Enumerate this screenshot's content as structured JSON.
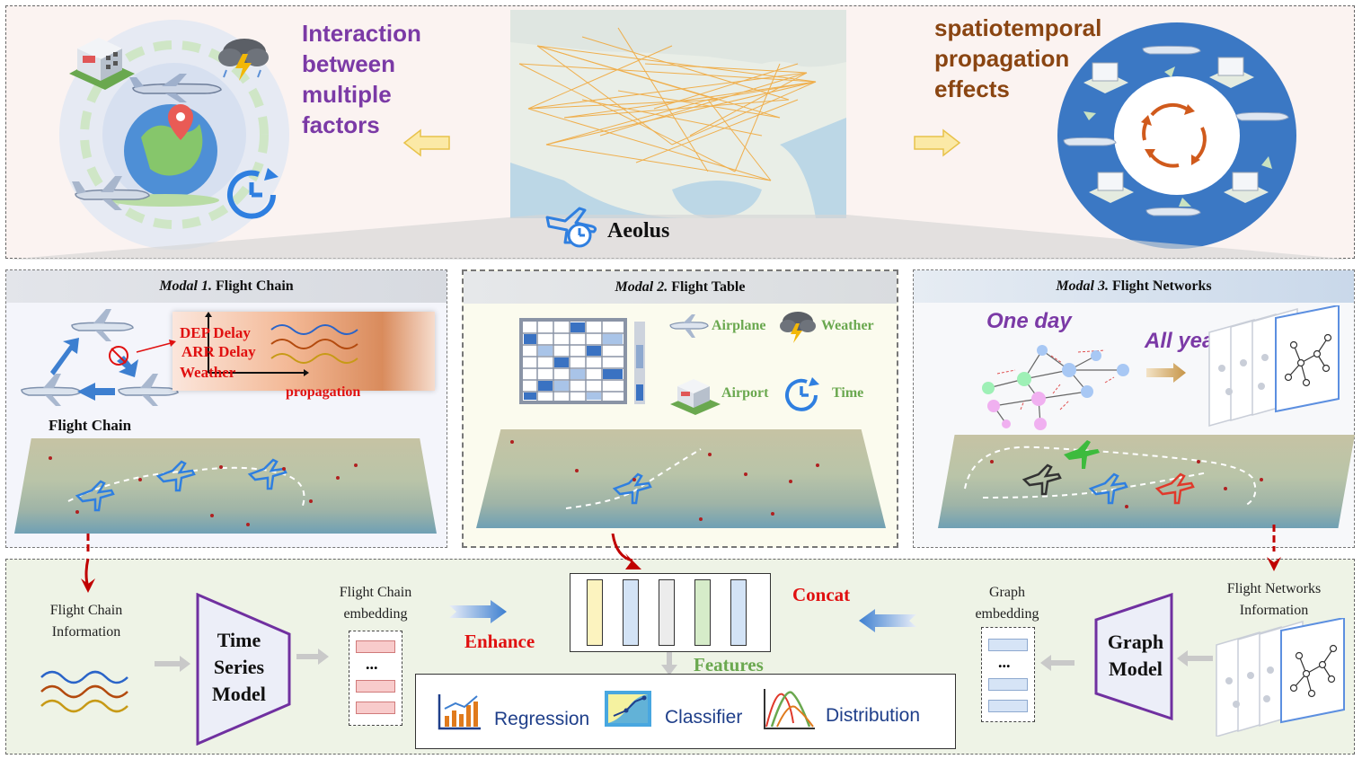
{
  "top": {
    "left_title": "Interaction between multiple factors",
    "right_title": "spatiotemporal propagation effects",
    "center_label": "Aeolus",
    "center_icon": "plane-clock-icon"
  },
  "modal1": {
    "prefix": "Modal 1.",
    "title": "Flight Chain",
    "dep_delay": "DEP Delay",
    "arr_delay": "ARR Delay",
    "weather": "Weather",
    "propagation": "propagation",
    "chain_label": "Flight Chain"
  },
  "modal2": {
    "prefix": "Modal 2.",
    "title": "Flight Table",
    "airplane": "Airplane",
    "weather": "Weather",
    "airport": "Airport",
    "time": "Time"
  },
  "modal3": {
    "prefix": "Modal 3.",
    "title": "Flight Networks",
    "one_day": "One day",
    "all_year": "All year"
  },
  "bottom": {
    "chain_info": "Flight Chain Information",
    "ts_model": "Time Series Model",
    "chain_embedding": "Flight Chain embedding",
    "ellipsis": "...",
    "enhance": "Enhance",
    "concat": "Concat",
    "features": "Features",
    "graph_embedding": "Graph embedding",
    "graph_model": "Graph Model",
    "networks_info": "Flight Networks Information",
    "tasks": [
      "Regression",
      "Classifier",
      "Distribution"
    ]
  },
  "colors": {
    "purple": "#7b3aa6",
    "brown": "#8a4512",
    "red": "#e01010",
    "feature_green": "#6aa84f",
    "task_blue": "#1f3f8a"
  }
}
